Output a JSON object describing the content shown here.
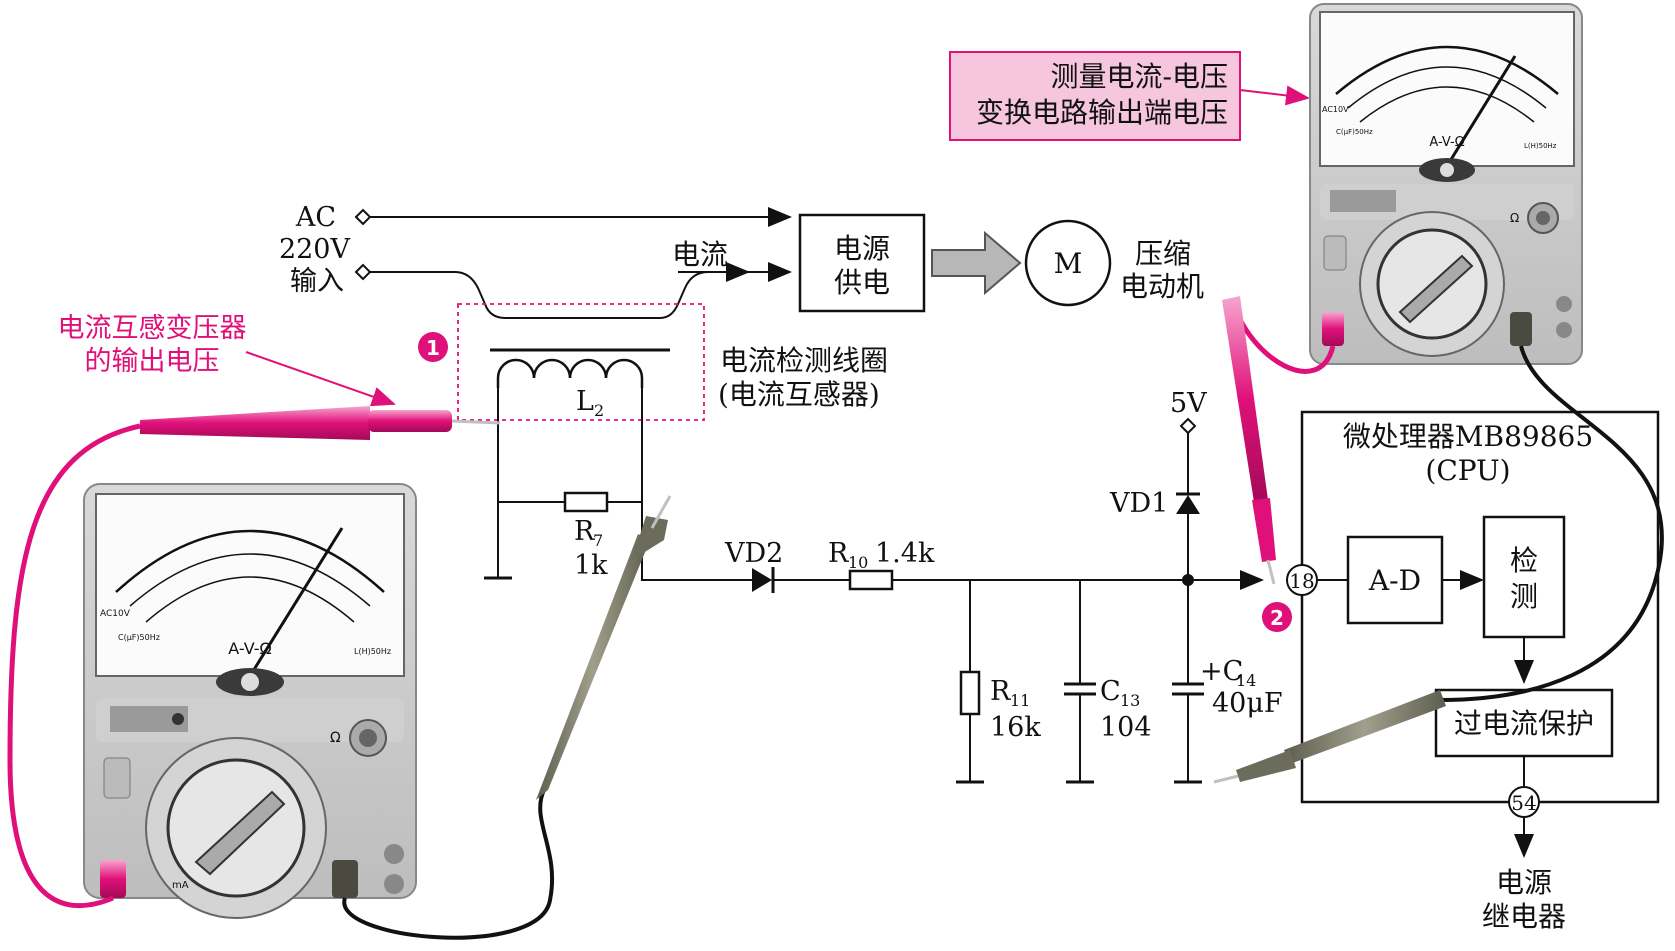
{
  "input": {
    "line1": "AC",
    "line2": "220V",
    "line3": "输入"
  },
  "current_label": "电流",
  "power_supply": {
    "line1": "电源",
    "line2": "供电"
  },
  "motor": {
    "symbol": "M",
    "line1": "压缩",
    "line2": "电动机"
  },
  "callout_left": {
    "line1": "电流互感变压器",
    "line2": "的输出电压"
  },
  "callout_right": {
    "line1": "测量电流-电压",
    "line2": "变换电路输出端电压"
  },
  "coil": {
    "line1": "电流检测线圈",
    "line2": "(电流互感器)",
    "name": "L",
    "sub": "2"
  },
  "r7": {
    "name": "R",
    "sub": "7",
    "value": "1k"
  },
  "vd2": "VD2",
  "r10": {
    "name": "R",
    "sub": "10",
    "value": "1.4k"
  },
  "r11": {
    "name": "R",
    "sub": "11",
    "value": "16k"
  },
  "c13": {
    "name": "C",
    "sub": "13",
    "value": "104"
  },
  "c14": {
    "name": "+C",
    "sub": "14",
    "value": "40μF"
  },
  "vd1": "VD1",
  "supply_5v": "5V",
  "cpu": {
    "line1": "微处理器MB89865",
    "line2": "(CPU)",
    "pin_in": "18",
    "pin_out": "54"
  },
  "adc": "A-D",
  "detect": {
    "line1": "检",
    "line2": "测"
  },
  "protect": "过电流保护",
  "relay": {
    "line1": "电源",
    "line2": "继电器"
  },
  "markers": [
    "1",
    "2"
  ],
  "meter": {
    "model_label": "A-V-Ω",
    "ac_label": "AC10V",
    "c_label": "C(μF)50Hz",
    "l_label": "L(H)50Hz",
    "ohm": "Ω",
    "ma": "mA"
  },
  "colors": {
    "pink": "#e0107a",
    "probe_gray": "#7a7a68",
    "wire_black": "#111111",
    "callout_bg": "#f6c6de"
  }
}
